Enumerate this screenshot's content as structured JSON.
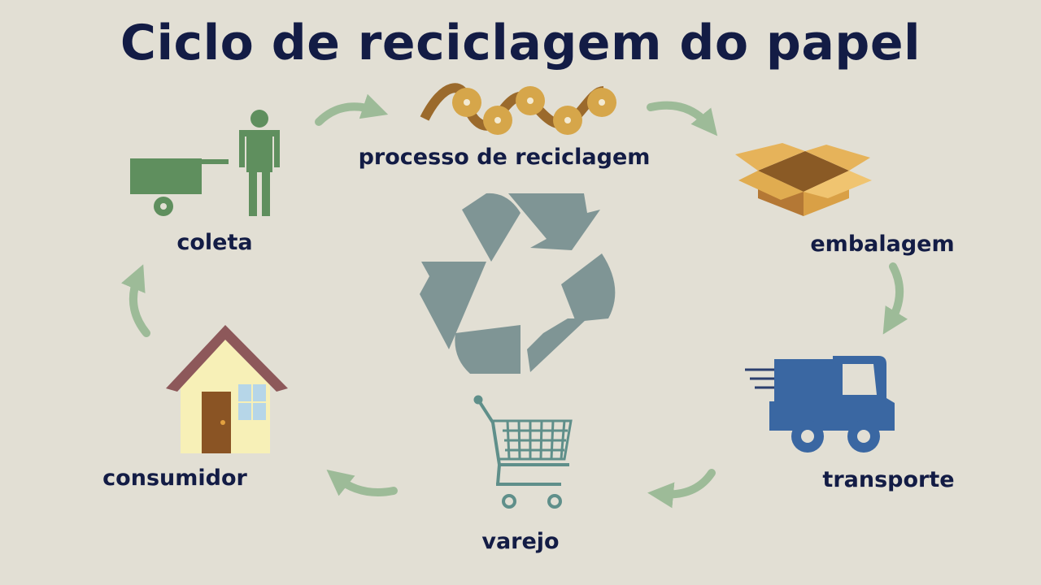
{
  "title": "Ciclo de reciclagem do papel",
  "stages": {
    "processo": "processo de reciclagem",
    "embalagem": "embalagem",
    "transporte": "transporte",
    "varejo": "varejo",
    "consumidor": "consumidor",
    "coleta": "coleta"
  },
  "icons": {
    "processo": "paper-rollers-icon",
    "embalagem": "cardboard-box-icon",
    "transporte": "delivery-truck-icon",
    "varejo": "shopping-cart-icon",
    "consumidor": "house-icon",
    "coleta": "cart-and-person-icon",
    "center": "recycling-symbol-icon"
  },
  "colors": {
    "background": "#e2dfd4",
    "text": "#131c45",
    "arrow": "#9dbb98",
    "recycle": "#7f9595",
    "collector": "#5f8f5e",
    "truck": "#3a67a2",
    "box": "#e0a848",
    "house_roof": "#8d585a",
    "roller": "#d6a64a"
  }
}
